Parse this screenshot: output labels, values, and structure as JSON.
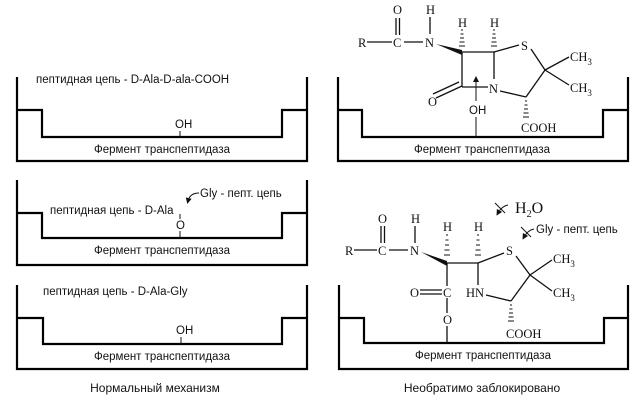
{
  "left_column": {
    "caption": "Нормальный механизм",
    "panels": [
      {
        "enzyme_label": "Фермент транспептидаза",
        "substrate_label": "пептидная цепь - D-Ala-D-ala-COOH",
        "active_site_group": "OH"
      },
      {
        "enzyme_label": "Фермент транспептидаза",
        "substrate_label": "пептидная цепь - D-Ala",
        "active_site_group": "O",
        "incoming_label": "Gly - пепт. цепь"
      },
      {
        "enzyme_label": "Фермент транспептидаза",
        "substrate_label": "пептидная цепь - D-Ala-Gly",
        "active_site_group": "OH"
      }
    ]
  },
  "right_column": {
    "caption": "Необратимо заблокировано",
    "panels": [
      {
        "enzyme_label": "Фермент транспептидаза",
        "active_site_group": "OH",
        "molecule": {
          "name": "penicillin",
          "atoms": {
            "r": "R",
            "c": "C",
            "o_carbonyl": "O",
            "n_amide": "N",
            "h_amide": "H",
            "h1": "H",
            "h2": "H",
            "s": "S",
            "n_ring": "N",
            "ch3_top": "CH",
            "ch3_bottom": "CH",
            "sub3": "3",
            "cooh": "COOH",
            "o_lactam": "O"
          }
        }
      },
      {
        "enzyme_label": "Фермент транспептидаза",
        "molecule": {
          "name": "penicilloyl-enzyme",
          "atoms": {
            "r": "R",
            "c": "C",
            "o_carbonyl": "O",
            "n_amide": "N",
            "h_amide": "H",
            "h1": "H",
            "h2": "H",
            "s": "S",
            "hn": "HN",
            "ch3_top": "CH",
            "ch3_bottom": "CH",
            "sub3": "3",
            "cooh": "COOH",
            "o_ester_dbl": "O",
            "c_ester": "C",
            "o_ester": "O"
          }
        },
        "blocked": {
          "water_h": "H",
          "water_sub": "2",
          "water_o": "O",
          "peptide_label": "Gly - пепт. цепь"
        }
      }
    ]
  }
}
